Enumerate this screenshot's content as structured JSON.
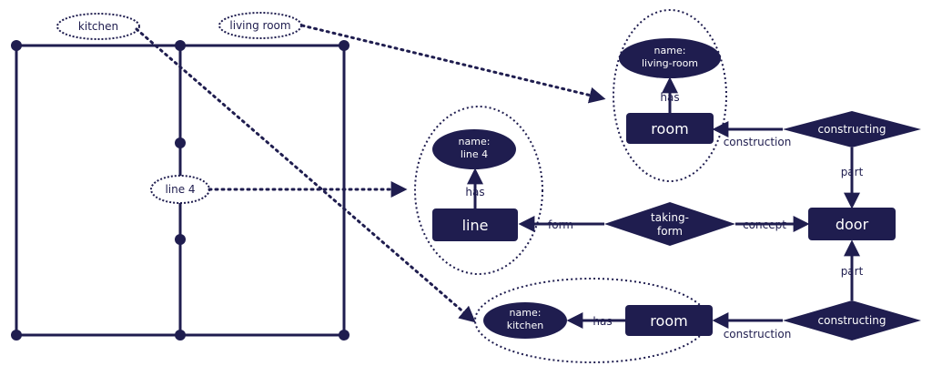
{
  "colors": {
    "navy": "#1f1d4f",
    "white": "#ffffff"
  },
  "floorplan": {
    "labels": {
      "kitchen": "kitchen",
      "living_room": "living room",
      "line4": "line 4"
    }
  },
  "graph": {
    "living_room_group": {
      "name_label": [
        "name:",
        "living-room"
      ],
      "room_label": "room",
      "has_label": "has"
    },
    "line_group": {
      "name_label": [
        "name:",
        "line 4"
      ],
      "line_label": "line",
      "has_label": "has"
    },
    "kitchen_group": {
      "name_label": [
        "name:",
        "kitchen"
      ],
      "room_label": "room",
      "has_label": "has"
    },
    "constructing_top": {
      "label": "constructing",
      "construction_label": "construction",
      "part_label": "part"
    },
    "taking_form": {
      "label": [
        "taking-",
        "form"
      ],
      "form_label": "form",
      "concept_label": "concept"
    },
    "door": {
      "label": "door"
    },
    "constructing_bottom": {
      "label": "constructing",
      "construction_label": "construction",
      "part_label": "part"
    }
  }
}
